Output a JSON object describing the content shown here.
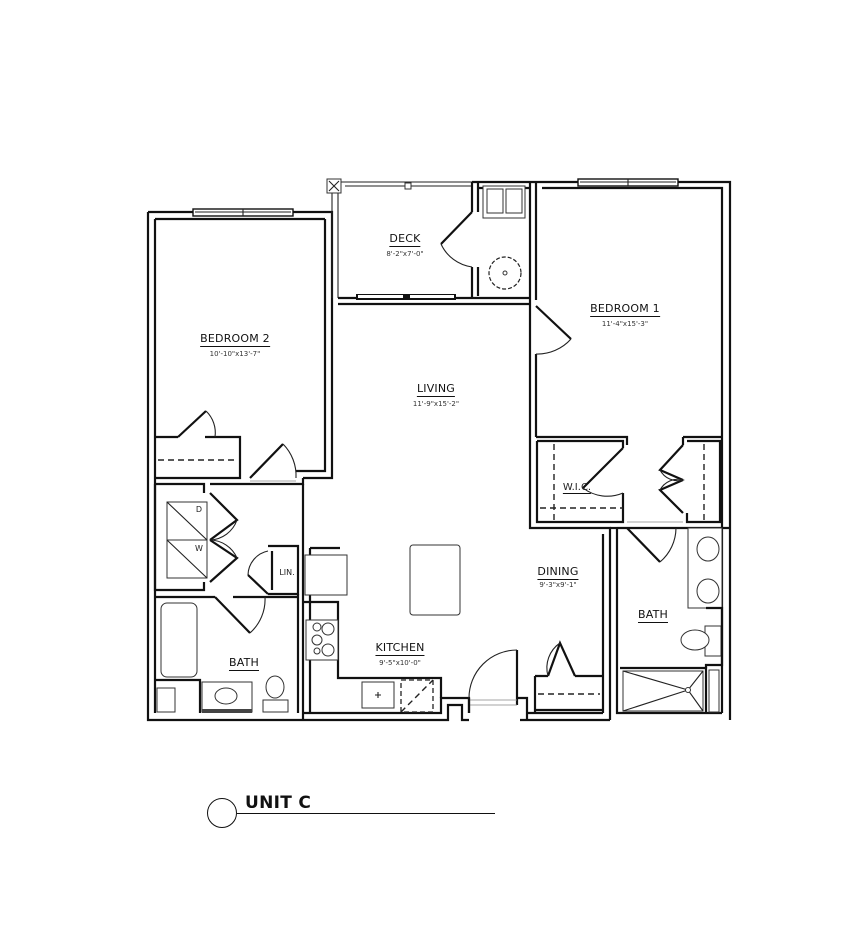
{
  "plan": {
    "unit_title": "UNIT C",
    "rooms": {
      "deck": {
        "name": "DECK",
        "dimensions": "8'-2\"x7'-0\""
      },
      "bedroom2": {
        "name": "BEDROOM 2",
        "dimensions": "10'-10\"x13'-7\""
      },
      "bedroom1": {
        "name": "BEDROOM 1",
        "dimensions": "11'-4\"x15'-3\""
      },
      "living": {
        "name": "LIVING",
        "dimensions": "11'-9\"x15'-2\""
      },
      "dining": {
        "name": "DINING",
        "dimensions": "9'-3\"x9'-1\""
      },
      "kitchen": {
        "name": "KITCHEN",
        "dimensions": "9'-5\"x10'-0\""
      },
      "bath_left": {
        "name": "BATH"
      },
      "bath_right": {
        "name": "BATH"
      },
      "wic": {
        "name": "W.I.C."
      },
      "linen": {
        "name": "LIN."
      }
    },
    "appliances": {
      "dryer": "D",
      "washer": "W"
    }
  }
}
